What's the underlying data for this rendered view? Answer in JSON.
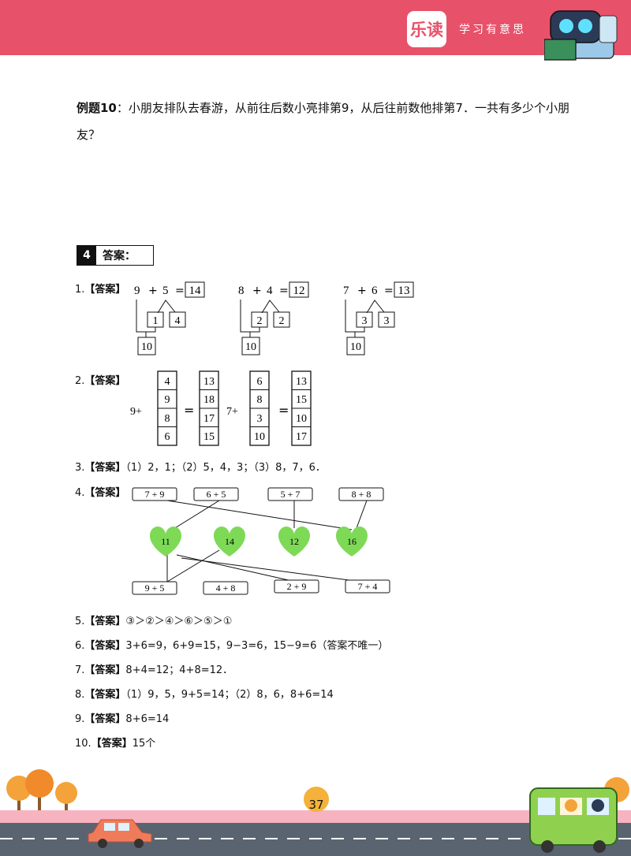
{
  "header": {
    "logo": "乐读",
    "slogan": "学习有意思"
  },
  "example": {
    "label": "例题10",
    "text": "：小朋友排队去春游，从前往后数小亮排第9，从后往前数他排第7．一共有多少个小朋友？"
  },
  "section": {
    "num": "4",
    "label": "答案："
  },
  "answers": {
    "a1": {
      "num": "1.",
      "tag": "【答案】"
    },
    "a2": {
      "num": "2.",
      "tag": "【答案】"
    },
    "a3": {
      "num": "3.",
      "tag": "【答案】",
      "text": "（1）2，1；（2）5，4，3；（3）8，7，6．"
    },
    "a4": {
      "num": "4.",
      "tag": "【答案】"
    },
    "a5": {
      "num": "5.",
      "tag": "【答案】",
      "text": "③＞②＞④＞⑥＞⑤＞①"
    },
    "a6": {
      "num": "6.",
      "tag": "【答案】",
      "text": "3+6=9，6+9=15，9−3=6，15−9=6（答案不唯一）"
    },
    "a7": {
      "num": "7.",
      "tag": "【答案】",
      "text": "8+4=12；4+8=12．"
    },
    "a8": {
      "num": "8.",
      "tag": "【答案】",
      "text": "（1）9，5，9+5=14；（2）8，6，8+6=14"
    },
    "a9": {
      "num": "9.",
      "tag": "【答案】",
      "text": "8+6=14"
    },
    "a10": {
      "num": "10.",
      "tag": "【答案】",
      "text": "15个"
    }
  },
  "q1": [
    {
      "a": "9",
      "op": "+",
      "b": "5",
      "eq": "=",
      "result": "14",
      "split1": "1",
      "split2": "4",
      "ten": "10"
    },
    {
      "a": "8",
      "op": "+",
      "b": "4",
      "eq": "=",
      "result": "12",
      "split1": "2",
      "split2": "2",
      "ten": "10"
    },
    {
      "a": "7",
      "op": "+",
      "b": "6",
      "eq": "=",
      "result": "13",
      "split1": "3",
      "split2": "3",
      "ten": "10"
    }
  ],
  "q2": {
    "left": {
      "prefix": "9+",
      "inputs": [
        "4",
        "9",
        "8",
        "6"
      ],
      "eq": "=",
      "outputs": [
        "13",
        "18",
        "17",
        "15"
      ]
    },
    "right": {
      "prefix": "7+",
      "inputs": [
        "6",
        "8",
        "3",
        "10"
      ],
      "eq": "=",
      "outputs": [
        "13",
        "15",
        "10",
        "17"
      ]
    }
  },
  "q4": {
    "top": [
      "7 + 9",
      "6 + 5",
      "5 + 7",
      "8 + 8"
    ],
    "hearts": [
      "11",
      "14",
      "12",
      "16"
    ],
    "bottom": [
      "9 + 5",
      "4 + 8",
      "2 + 9",
      "7 + 4"
    ],
    "heart_color": "#7ed957"
  },
  "footer": {
    "page": "37"
  },
  "colors": {
    "header": "#e8516a",
    "road": "#5a6470",
    "bus": "#8fd14f",
    "tree": "#f4a23a"
  }
}
